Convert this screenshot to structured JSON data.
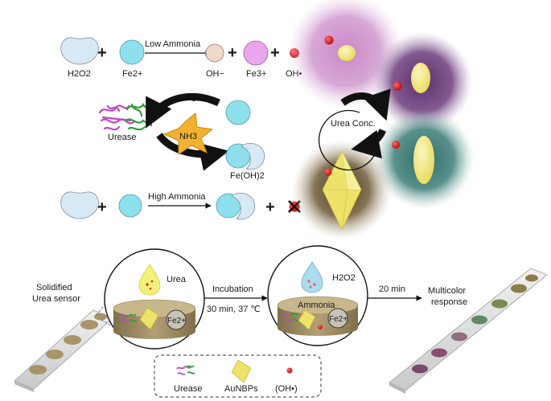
{
  "reactions": {
    "low": {
      "reactant_1": "H2O2",
      "reactant_2": "Fe2+",
      "condition": "Low Ammonia",
      "product_1": "OH−",
      "product_2": "Fe3+",
      "product_3": "OH•"
    },
    "cycle": {
      "urea": "Urea",
      "enzyme": "Urease",
      "ammonia": "NH3",
      "product": "Fe(OH)2"
    },
    "high": {
      "condition": "High Ammonia"
    }
  },
  "nanoparticles": {
    "cycle_label": "Urea Conc."
  },
  "sensor": {
    "strip_label_line1": "Solidified",
    "strip_label_line2": "Urea sensor",
    "drop1_label": "Urea",
    "fe_label": "Fe2+",
    "incubation_label": "Incubation",
    "incubation_condition": "30 min, 37 ℃",
    "drop2_label": "H2O2",
    "ammonia_label": "Ammonia",
    "time_label": "20 min",
    "response_line1": "Multicolor",
    "response_line2": "response"
  },
  "legend": {
    "urease": "Urease",
    "aunbps": "AuNBPs",
    "radical": "(OH•)"
  },
  "colors": {
    "fe2_ion": "#8ee0ec",
    "fe3_ion": "#e9a6ec",
    "radical": "#e01a1a",
    "gold": "#f2ec80",
    "sensor_tan": "#b39f74"
  }
}
